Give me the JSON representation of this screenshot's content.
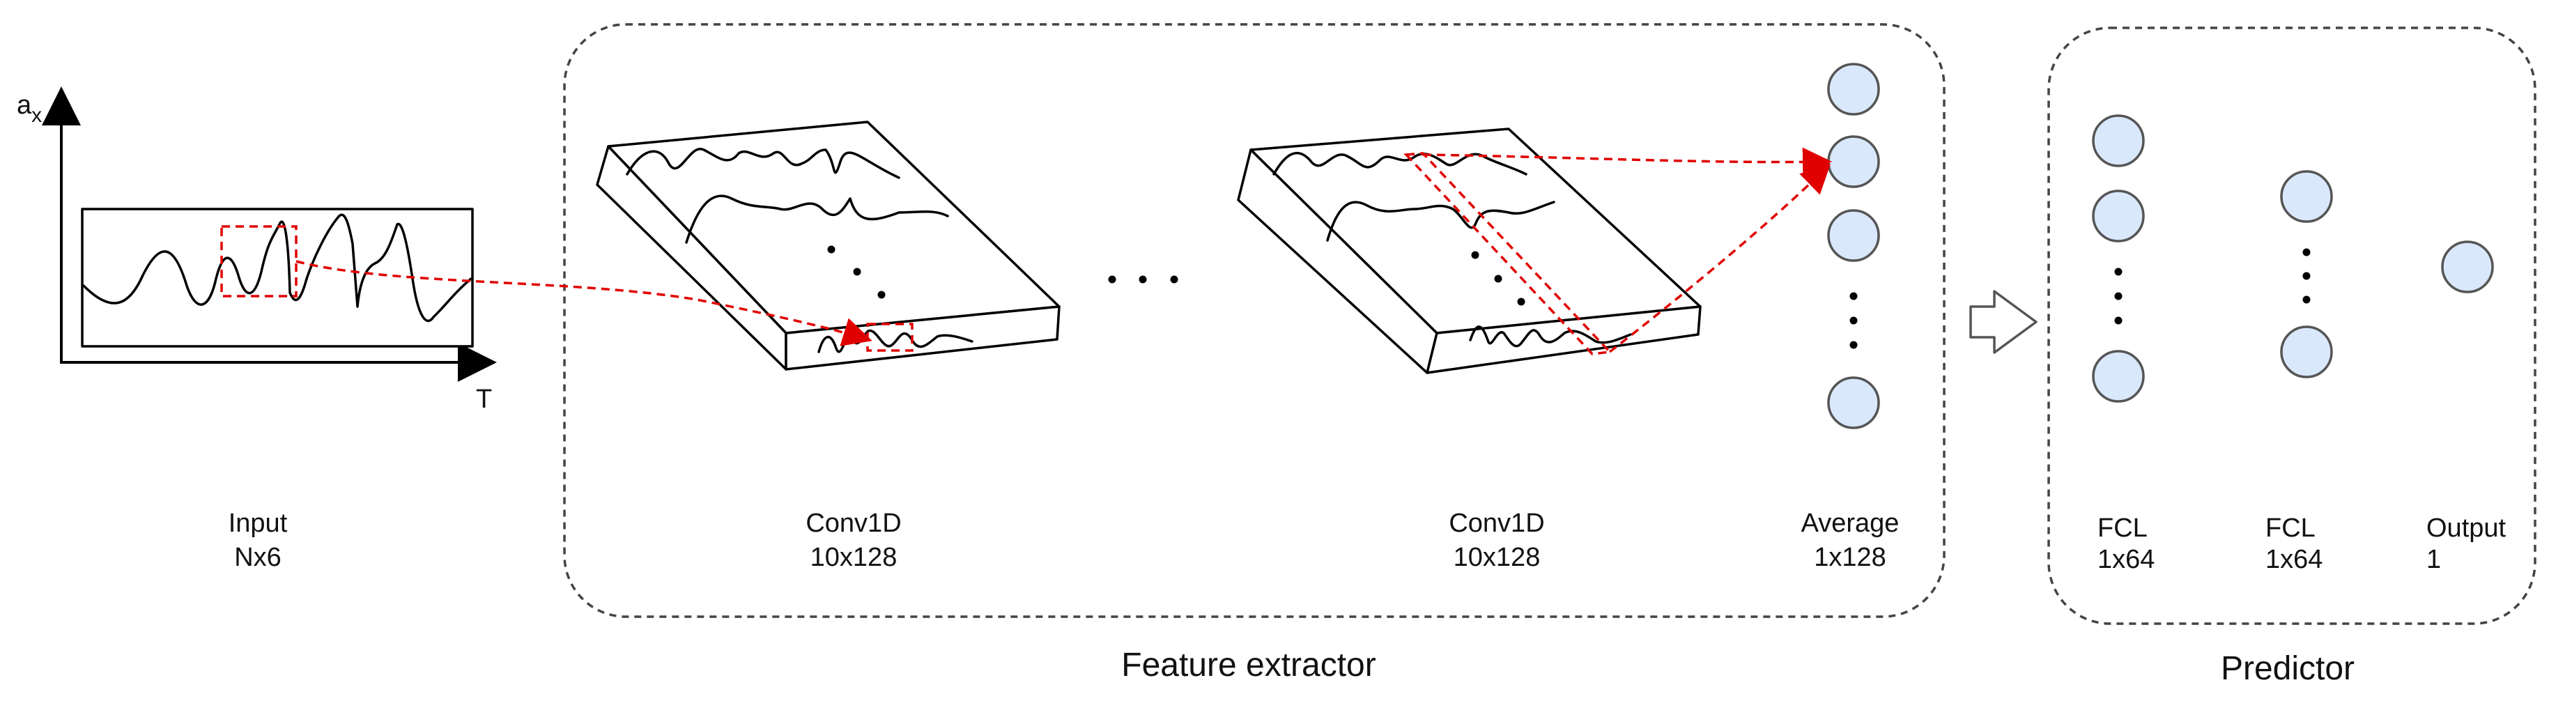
{
  "input": {
    "axis_y_label": "a",
    "axis_y_subscript": "x",
    "axis_x_label": "T",
    "label_line1": "Input",
    "label_line2": "Nx6"
  },
  "feature_extractor": {
    "title": "Feature extractor",
    "conv1": {
      "label_line1": "Conv1D",
      "label_line2": "10x128"
    },
    "conv2": {
      "label_line1": "Conv1D",
      "label_line2": "10x128"
    },
    "average": {
      "label_line1": "Average",
      "label_line2": "1x128"
    }
  },
  "predictor": {
    "title": "Predictor",
    "fcl1": {
      "label_line1": "FCL",
      "label_line2": "1x64"
    },
    "fcl2": {
      "label_line1": "FCL",
      "label_line2": "1x64"
    },
    "output": {
      "label_line1": "Output",
      "label_line2": "1"
    }
  },
  "colors": {
    "neuron_fill": "#dae8fc",
    "receptive_field": "#e10000",
    "group_border": "#444444"
  },
  "icons": [
    "right-arrow-outline-icon",
    "ellipsis-dots-icon"
  ]
}
